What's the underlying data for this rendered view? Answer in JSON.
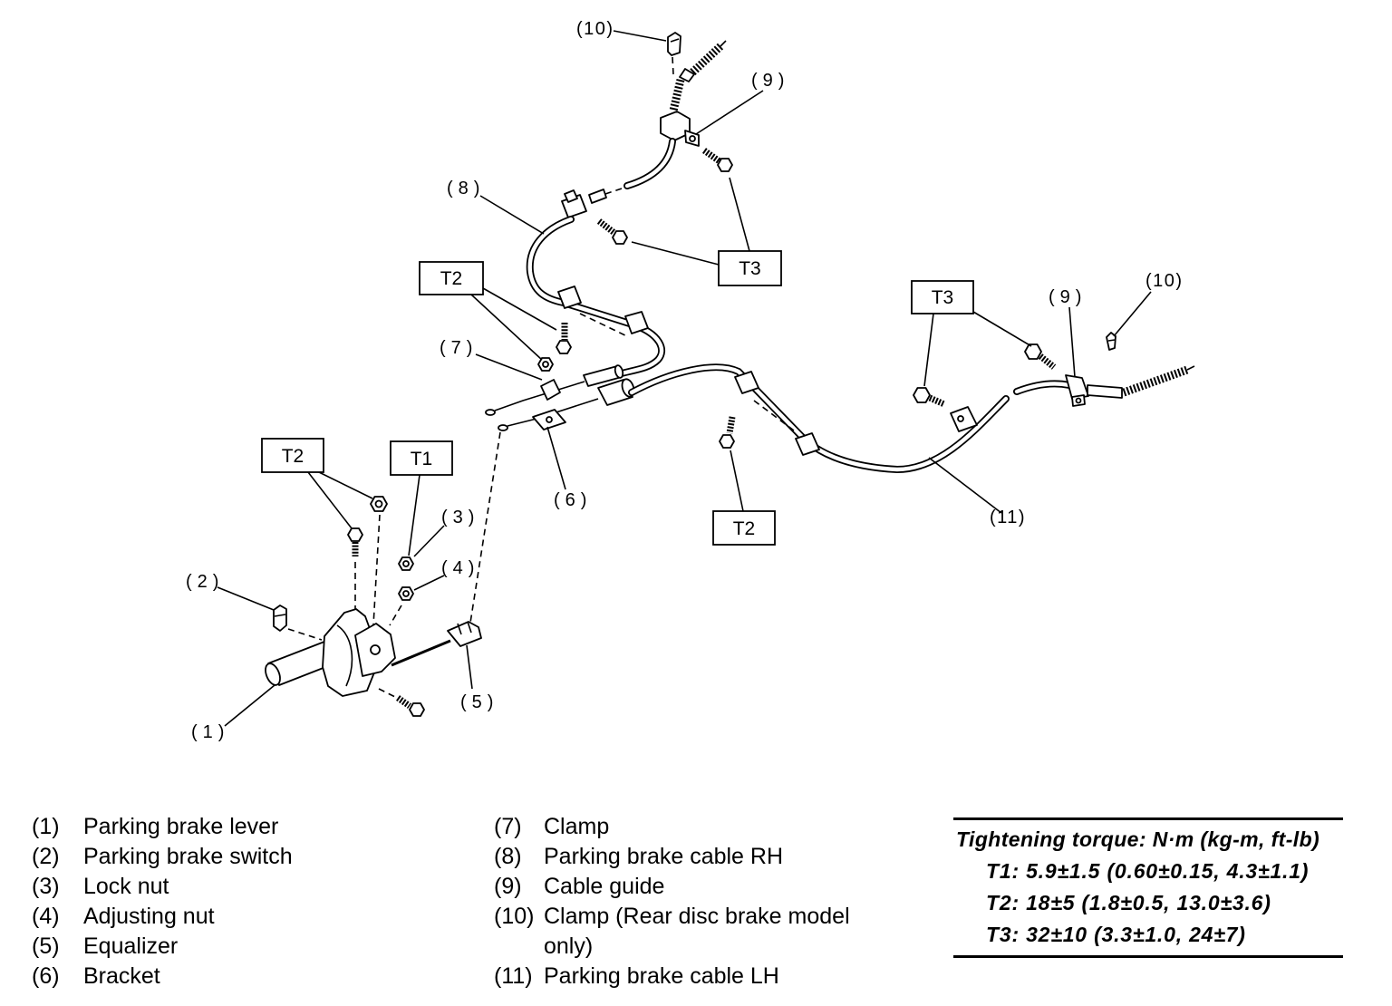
{
  "diagram": {
    "callouts": {
      "c10_top": "(10)",
      "c9_top": "(9)",
      "c8": "(8)",
      "c7": "(7)",
      "c9_right": "(9)",
      "c10_right": "(10)",
      "c6": "(6)",
      "c11": "(11)",
      "c3": "(3)",
      "c4": "(4)",
      "c2": "(2)",
      "c5": "(5)",
      "c1": "(1)"
    },
    "torque_tags": {
      "t3_top": "T3",
      "t2_upper": "T2",
      "t3_right": "T3",
      "t2_mid": "T2",
      "t2_left": "T2",
      "t1": "T1"
    }
  },
  "legend": {
    "left": [
      {
        "num": "(1)",
        "text": "Parking brake lever"
      },
      {
        "num": "(2)",
        "text": "Parking brake switch"
      },
      {
        "num": "(3)",
        "text": "Lock nut"
      },
      {
        "num": "(4)",
        "text": "Adjusting nut"
      },
      {
        "num": "(5)",
        "text": "Equalizer"
      },
      {
        "num": "(6)",
        "text": "Bracket"
      }
    ],
    "middle": [
      {
        "num": "(7)",
        "text": "Clamp"
      },
      {
        "num": "(8)",
        "text": "Parking brake cable RH"
      },
      {
        "num": "(9)",
        "text": "Cable guide"
      },
      {
        "num": "(10)",
        "text": "Clamp (Rear disc brake model only)"
      },
      {
        "num": "(11)",
        "text": "Parking brake cable LH"
      }
    ]
  },
  "torque_spec": {
    "title": "Tightening torque: N·m (kg-m, ft-lb)",
    "rows": [
      "T1: 5.9±1.5 (0.60±0.15, 4.3±1.1)",
      "T2: 18±5 (1.8±0.5, 13.0±3.6)",
      "T3: 32±10 (3.3±1.0, 24±7)"
    ]
  }
}
